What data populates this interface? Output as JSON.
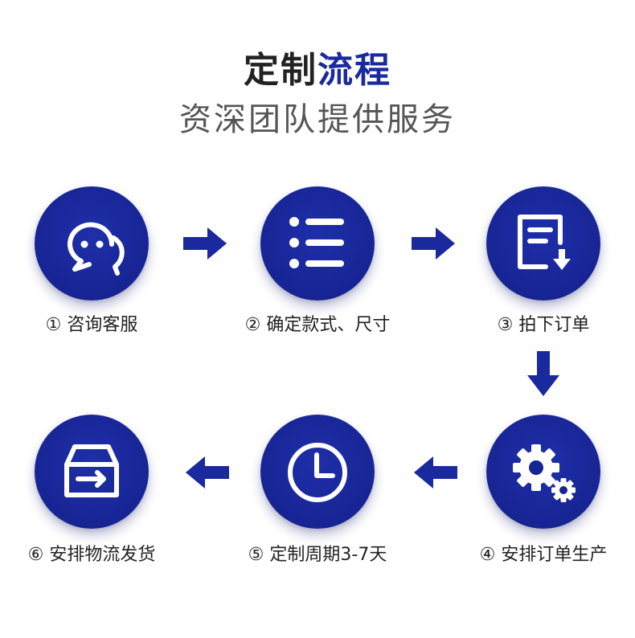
{
  "header": {
    "title_part1": "定制",
    "title_part2": "流程",
    "subtitle": "资深团队提供服务"
  },
  "steps": [
    {
      "label": "① 咨询客服",
      "icon": "chat-bubbles-icon"
    },
    {
      "label": "② 确定款式、尺寸",
      "icon": "list-icon"
    },
    {
      "label": "③ 拍下订单",
      "icon": "document-download-icon"
    },
    {
      "label": "④ 安排订单生产",
      "icon": "gears-icon"
    },
    {
      "label": "⑤ 定制周期3-7天",
      "icon": "clock-icon"
    },
    {
      "label": "⑥ 安排物流发货",
      "icon": "box-arrow-icon"
    }
  ],
  "colors": {
    "accent": "#1a2a9e",
    "title_dark": "#222222",
    "subtitle": "#555555",
    "arrow": "#1a2a9e"
  }
}
